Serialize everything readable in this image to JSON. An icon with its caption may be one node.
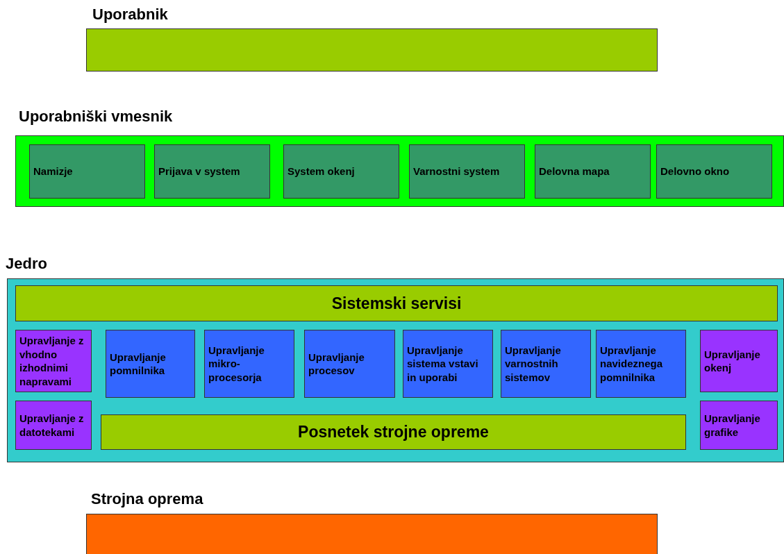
{
  "diagram": {
    "nodes": [
      {
        "text": [
          "Uporabnik"
        ]
      },
      {
        "text": [
          "Uporabniški vmesnik"
        ]
      },
      {
        "text": [
          "Namizje"
        ],
        "in": 1
      },
      {
        "text": [
          "Prijava v system"
        ],
        "in": 1
      },
      {
        "text": [
          "System okenj"
        ],
        "in": 1
      },
      {
        "text": [
          "Varnostni system"
        ],
        "in": 1
      },
      {
        "text": [
          "Delovna mapa"
        ],
        "in": 1
      },
      {
        "text": [
          "Delovno okno"
        ],
        "in": 1
      },
      {
        "text": [
          "Jedro"
        ]
      },
      {
        "text": [
          "Sistemski servisi"
        ],
        "in": 8
      },
      {
        "text": [
          "Upravljanje z vhodno izhodnimi napravami"
        ],
        "in": 8
      },
      {
        "text": [
          "Upravljanje pomnilnika"
        ],
        "in": 8
      },
      {
        "text": [
          "Upravljanje mikro-procesorja"
        ],
        "in": 8
      },
      {
        "text": [
          "Upravljanje procesov"
        ],
        "in": 8
      },
      {
        "text": [
          "Upravljanje sistema vstavi in uporabi"
        ],
        "in": 8
      },
      {
        "text": [
          "Upravljanje varnostnih sistemov"
        ],
        "in": 8
      },
      {
        "text": [
          "Upravljanje navideznega pomnilnika"
        ],
        "in": 8
      },
      {
        "text": [
          "Upravljanje okenj"
        ],
        "in": 8
      },
      {
        "text": [
          "Upravljanje z datotekami"
        ],
        "in": 8
      },
      {
        "text": [
          "Posnetek strojne opreme"
        ],
        "in": 8
      },
      {
        "text": [
          "Upravljanje grafike"
        ],
        "in": 8
      },
      {
        "text": [
          "Strojna oprema"
        ]
      }
    ],
    "edges": []
  }
}
